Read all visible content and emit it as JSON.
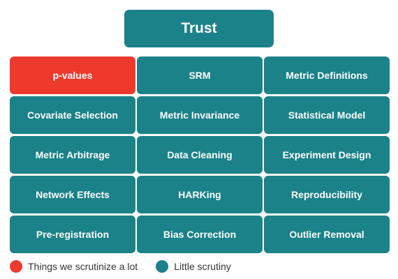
{
  "colors": {
    "teal": "#1a8288",
    "red": "#ee3a2d",
    "legend_text": "#333333"
  },
  "title": "Trust",
  "cells": [
    {
      "label": "p-values",
      "scrutiny": "high"
    },
    {
      "label": "SRM",
      "scrutiny": "low"
    },
    {
      "label": "Metric Definitions",
      "scrutiny": "low"
    },
    {
      "label": "Covariate Selection",
      "scrutiny": "low"
    },
    {
      "label": "Metric Invariance",
      "scrutiny": "low"
    },
    {
      "label": "Statistical Model",
      "scrutiny": "low"
    },
    {
      "label": "Metric Arbitrage",
      "scrutiny": "low"
    },
    {
      "label": "Data Cleaning",
      "scrutiny": "low"
    },
    {
      "label": "Experiment Design",
      "scrutiny": "low"
    },
    {
      "label": "Network Effects",
      "scrutiny": "low"
    },
    {
      "label": "HARKing",
      "scrutiny": "low"
    },
    {
      "label": "Reproducibility",
      "scrutiny": "low"
    },
    {
      "label": "Pre-registration",
      "scrutiny": "low"
    },
    {
      "label": "Bias Correction",
      "scrutiny": "low"
    },
    {
      "label": "Outlier Removal",
      "scrutiny": "low"
    }
  ],
  "legend": [
    {
      "label": "Things we scrutinize a lot",
      "color": "#ee3a2d"
    },
    {
      "label": "Little scrutiny",
      "color": "#1a8288"
    }
  ]
}
